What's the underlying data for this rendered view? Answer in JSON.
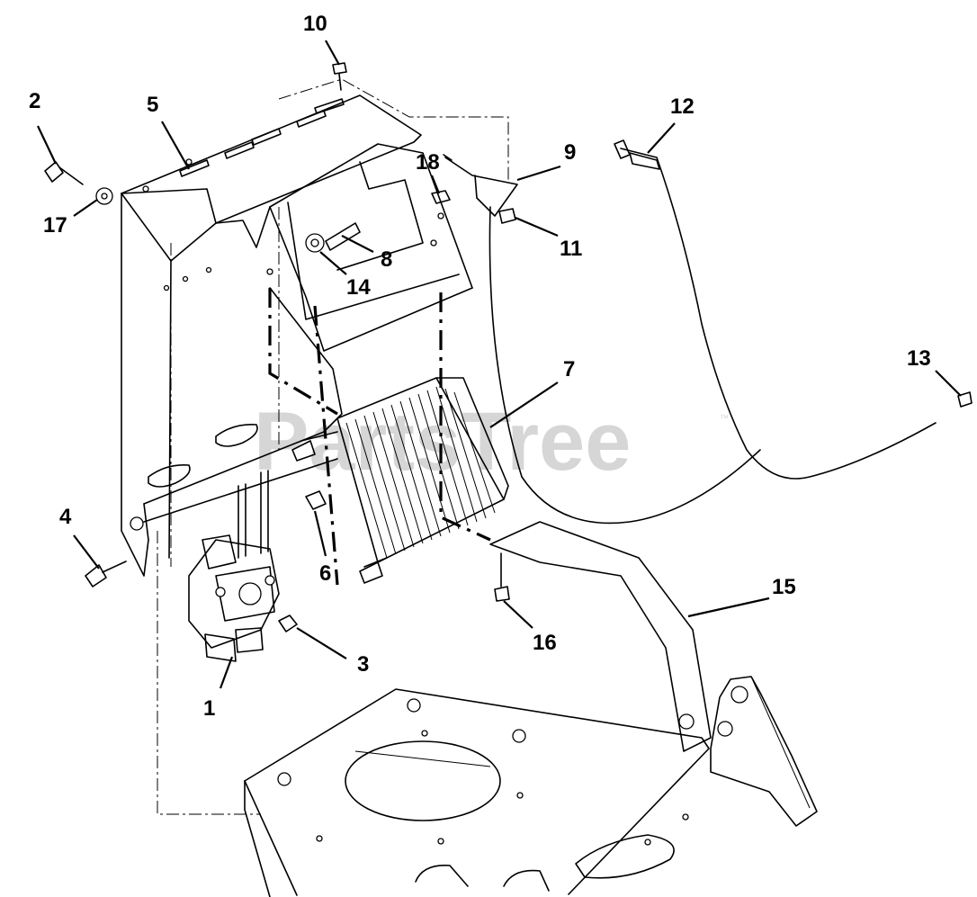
{
  "watermark": {
    "text": "PartsTree",
    "trademark": "™"
  },
  "callouts": [
    {
      "id": "1",
      "label": "1"
    },
    {
      "id": "2",
      "label": "2"
    },
    {
      "id": "3",
      "label": "3"
    },
    {
      "id": "4",
      "label": "4"
    },
    {
      "id": "5",
      "label": "5"
    },
    {
      "id": "6",
      "label": "6"
    },
    {
      "id": "7",
      "label": "7"
    },
    {
      "id": "8",
      "label": "8"
    },
    {
      "id": "9",
      "label": "9"
    },
    {
      "id": "10",
      "label": "10"
    },
    {
      "id": "11",
      "label": "11"
    },
    {
      "id": "12",
      "label": "12"
    },
    {
      "id": "13",
      "label": "13"
    },
    {
      "id": "14",
      "label": "14"
    },
    {
      "id": "15",
      "label": "15"
    },
    {
      "id": "16",
      "label": "16"
    },
    {
      "id": "17",
      "label": "17"
    },
    {
      "id": "18",
      "label": "18"
    }
  ]
}
